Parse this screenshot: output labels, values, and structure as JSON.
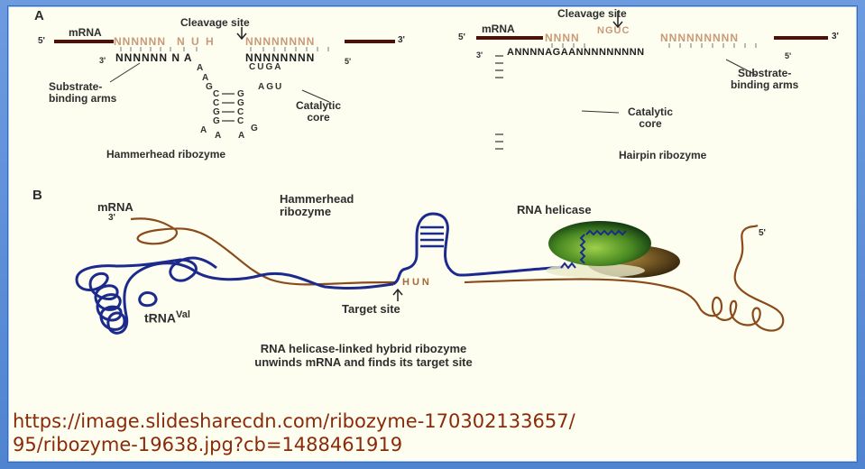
{
  "panel_a": {
    "label": "A",
    "hammerhead": {
      "cleavage_label": "Cleavage site",
      "mrna_label": "mRNA",
      "five_prime": "5'",
      "three_prime": "3'",
      "mrna_seq_left": "NNNNNN",
      "mrna_seq_mid": "N U H",
      "mrna_seq_right": "NNNNNNNN",
      "ribozyme_left_end": "3'",
      "ribozyme_arm_left": "NNNNNN N A",
      "ribozyme_arm_right": "NNNNNNNN",
      "ribozyme_right_end": "5'",
      "stem_left": [
        "A",
        "A",
        "G",
        "C",
        "C",
        "G",
        "G"
      ],
      "stem_right": [
        "G",
        "G",
        "C",
        "C"
      ],
      "loop": [
        "A",
        "A",
        "A",
        "G"
      ],
      "core_top": "CUGA",
      "core_bottom": "AGU",
      "substrate_label_1": "Substrate-",
      "substrate_label_2": "binding arms",
      "catalytic_label_1": "Catalytic",
      "catalytic_label_2": "core",
      "caption": "Hammerhead ribozyme"
    },
    "hairpin": {
      "cleavage_label": "Cleavage site",
      "mrna_label": "mRNA",
      "five_prime": "5'",
      "three_prime": "3'",
      "mrna_seq_left": "NNNN",
      "mrna_seq_mid": "NGUC",
      "mrna_seq_right": "NNNNNNNNN",
      "ribozyme_left_end": "3'",
      "ribozyme_arm": "ANNNNAGAANNNNNNNNN",
      "ribozyme_right_end": "5'",
      "substrate_label_1": "Substrate-",
      "substrate_label_2": "binding arms",
      "catalytic_label_1": "Catalytic",
      "catalytic_label_2": "core",
      "caption": "Hairpin ribozyme"
    }
  },
  "panel_b": {
    "label": "B",
    "mrna_label": "mRNA",
    "three_prime": "3'",
    "five_prime": "5'",
    "hammerhead_label_1": "Hammerhead",
    "hammerhead_label_2": "ribozyme",
    "helicase_label": "RNA helicase",
    "trna_label": "tRNA",
    "trna_superscript": "Val",
    "target_seq": "HUN",
    "target_label": "Target site",
    "caption_1": "RNA helicase-linked hybrid ribozyme",
    "caption_2": "unwinds mRNA and finds its target site"
  },
  "source": {
    "url_line_1": "https://image.slidesharecdn.com/ribozyme-170302133657/",
    "url_line_2": "95/ribozyme-19638.jpg?cb=1488461919"
  },
  "colors": {
    "mrna_dark": "#5a1a10",
    "mrna_seq": "#c89a78",
    "ribozyme_blue": "#1b2a8c",
    "mrna_brown": "#8a4a1a",
    "url_red": "#8a2a0a",
    "background": "#fdfef0",
    "frame_blue": "#5b8fd6"
  }
}
